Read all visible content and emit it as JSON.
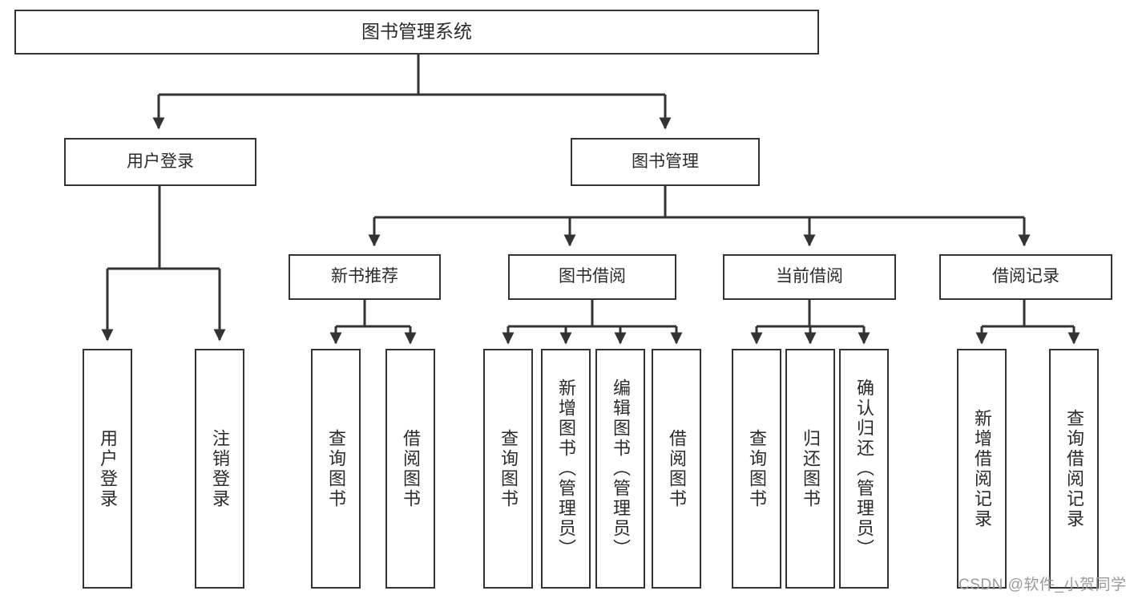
{
  "diagram": {
    "title": "图书管理系统",
    "type": "tree",
    "colors": {
      "border": "#333333",
      "text": "#2b2b2b",
      "background": "#ffffff",
      "watermark": "#9a9a9a"
    },
    "nodes": {
      "root": {
        "label": "图书管理系统"
      },
      "level2": [
        {
          "label": "用户登录"
        },
        {
          "label": "图书管理"
        }
      ],
      "level3": [
        {
          "label": "新书推荐"
        },
        {
          "label": "图书借阅"
        },
        {
          "label": "当前借阅"
        },
        {
          "label": "借阅记录"
        }
      ],
      "leaves": [
        {
          "label": "用户登录",
          "parent": "用户登录"
        },
        {
          "label": "注销登录",
          "parent": "用户登录"
        },
        {
          "label": "查询图书",
          "parent": "新书推荐"
        },
        {
          "label": "借阅图书",
          "parent": "新书推荐"
        },
        {
          "label": "查询图书",
          "parent": "图书借阅"
        },
        {
          "label": "新增图书（管理员）",
          "parent": "图书借阅"
        },
        {
          "label": "编辑图书（管理员）",
          "parent": "图书借阅"
        },
        {
          "label": "借阅图书",
          "parent": "图书借阅"
        },
        {
          "label": "查询图书",
          "parent": "当前借阅"
        },
        {
          "label": "归还图书",
          "parent": "当前借阅"
        },
        {
          "label": "确认归还（管理员）",
          "parent": "当前借阅"
        },
        {
          "label": "新增借阅记录",
          "parent": "借阅记录"
        },
        {
          "label": "查询借阅记录",
          "parent": "借阅记录"
        }
      ]
    },
    "watermark": "CSDN @软件_小贺同学"
  }
}
